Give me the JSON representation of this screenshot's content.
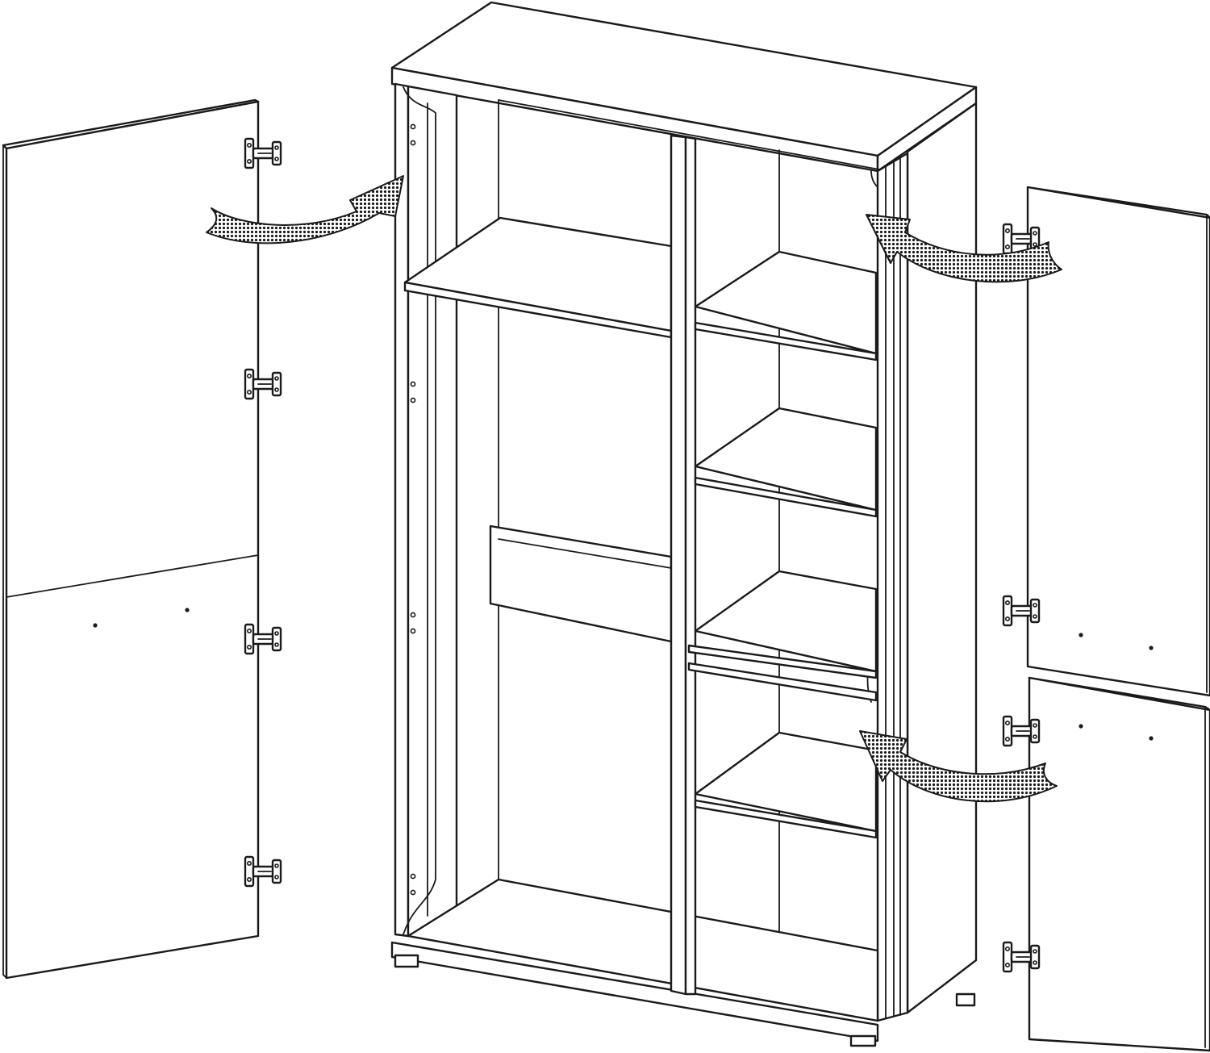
{
  "figure": {
    "subject": "wardrobe-door-assembly",
    "colors": {
      "line": "#1a1a1a",
      "background": "#ffffff",
      "arrow_fill": "#4a4a4a"
    },
    "icons": [
      "hinge-icon",
      "curved-arrow-icon"
    ],
    "counts": {
      "doors": 3,
      "hinges": 8,
      "arrows": 3
    }
  }
}
